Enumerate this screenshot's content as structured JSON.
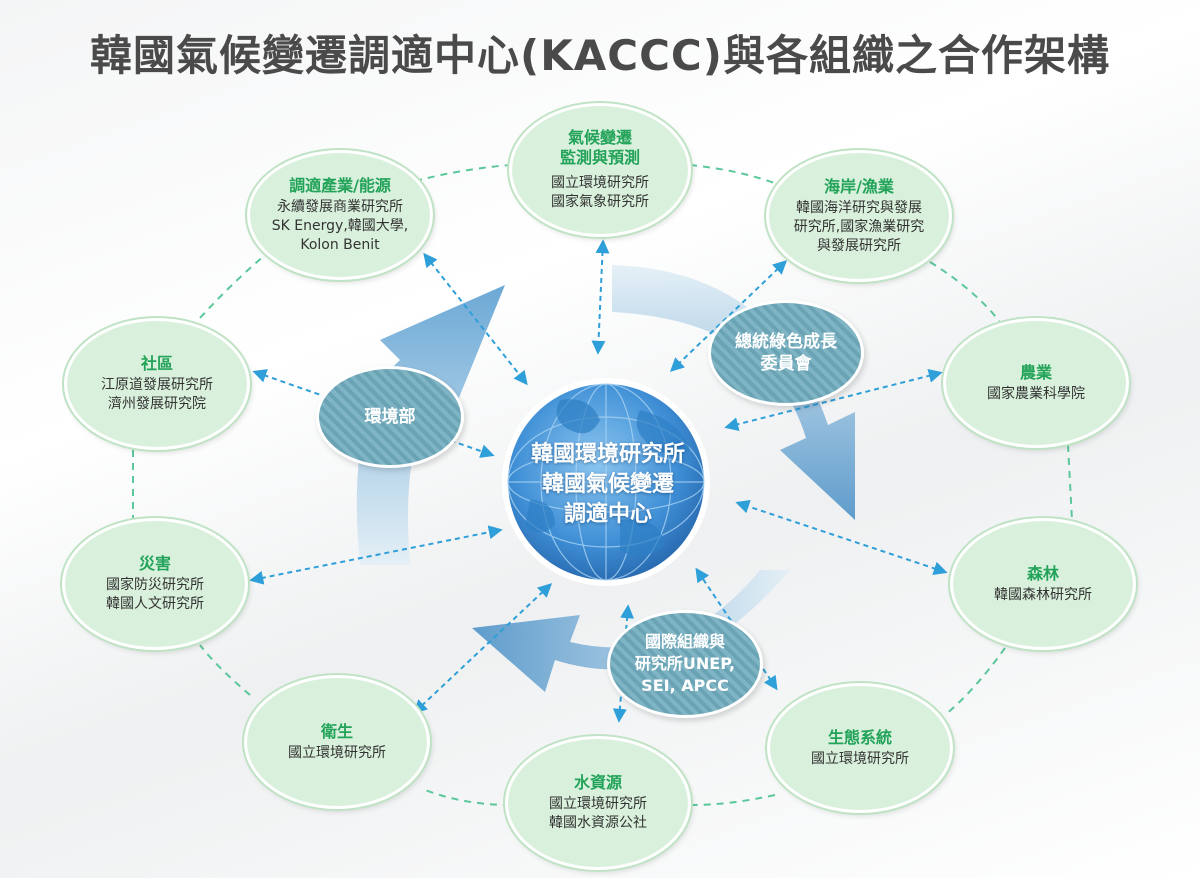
{
  "title": "韓國氣候變遷調適中心(KACCC)與各組織之合作架構",
  "center": {
    "lines": [
      "韓國環境研究所",
      "韓國氣候變遷",
      "調適中心"
    ]
  },
  "nodes": [
    {
      "id": "monitoring",
      "title": "氣候變遷\n監測與預測",
      "body": "國立環境研究所\n國家氣象研究所"
    },
    {
      "id": "coast",
      "title": "海岸/漁業",
      "body": "韓國海洋研究與發展\n研究所,國家漁業研究\n與發展研究所"
    },
    {
      "id": "agriculture",
      "title": "農業",
      "body": "國家農業科學院"
    },
    {
      "id": "forest",
      "title": "森林",
      "body": "韓國森林研究所"
    },
    {
      "id": "ecosystem",
      "title": "生態系統",
      "body": "國立環境研究所"
    },
    {
      "id": "water",
      "title": "水資源",
      "body": "國立環境研究所\n韓國水資源公社"
    },
    {
      "id": "health",
      "title": "衛生",
      "body": "國立環境研究所"
    },
    {
      "id": "disaster",
      "title": "災害",
      "body": "國家防災研究所\n韓國人文研究所"
    },
    {
      "id": "community",
      "title": "社區",
      "body": "江原道發展研究所\n濟州發展研究院"
    },
    {
      "id": "industry",
      "title": "調適產業/能源",
      "body": "永續發展商業研究所\nSK Energy,韓國大學,\nKolon Benit"
    }
  ],
  "agencies": {
    "ministry": "環境部",
    "green": "總統綠色成長\n委員會",
    "intl": "國際組織與\n研究所UNEP,\nSEI, APCC"
  },
  "colors": {
    "node_fill": "#d9f1dc",
    "node_title": "#23a35a",
    "ring_dash": "#5cc79a",
    "arrow_dash": "#2e9fd8",
    "cycle_arrow": "#5fa0cf",
    "globe": "#3f8fd6"
  }
}
